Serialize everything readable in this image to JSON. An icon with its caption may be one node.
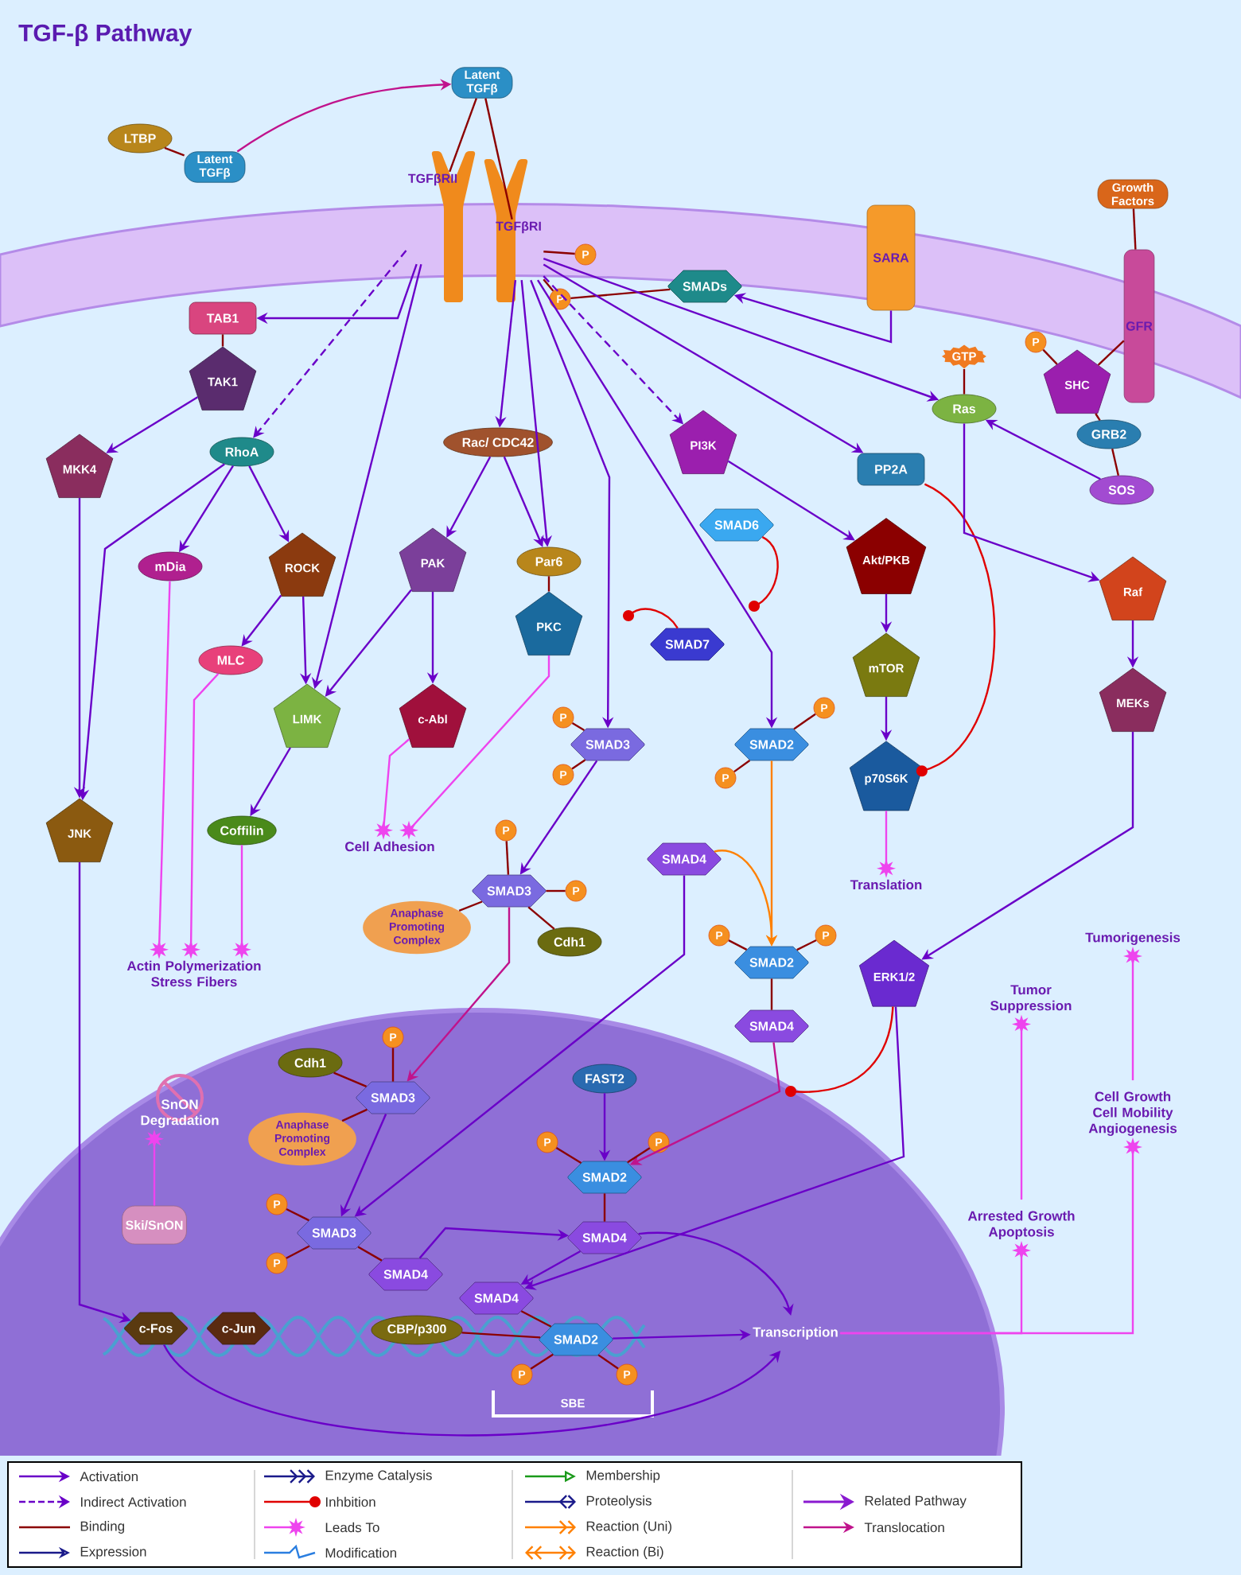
{
  "diagram": {
    "title": "TGF-β Pathway",
    "nodes": [
      {
        "text": [
          "LTBP"
        ]
      },
      {
        "text": [
          "Latent TGFβ"
        ]
      },
      {
        "text": [
          "Latent TGFβ"
        ]
      },
      {
        "text": [
          "TGFβRII"
        ]
      },
      {
        "text": [
          "TGFβRI"
        ]
      },
      {
        "text": [
          "P"
        ]
      },
      {
        "text": [
          "P"
        ]
      },
      {
        "text": [
          "SMADs"
        ]
      },
      {
        "text": [
          "SARA"
        ]
      },
      {
        "text": [
          "Growth Factors"
        ]
      },
      {
        "text": [
          "GFR"
        ]
      },
      {
        "text": [
          "TAB1"
        ]
      },
      {
        "text": [
          "TAK1"
        ]
      },
      {
        "text": [
          "MKK4"
        ]
      },
      {
        "text": [
          "RhoA"
        ]
      },
      {
        "text": [
          "Rac/ CDC42"
        ]
      },
      {
        "text": [
          "PI3K"
        ]
      },
      {
        "text": [
          "PP2A"
        ]
      },
      {
        "text": [
          "GTP"
        ]
      },
      {
        "text": [
          "Ras"
        ]
      },
      {
        "text": [
          "P"
        ]
      },
      {
        "text": [
          "SHC"
        ]
      },
      {
        "text": [
          "GRB2"
        ]
      },
      {
        "text": [
          "SOS"
        ]
      },
      {
        "text": [
          "mDia"
        ]
      },
      {
        "text": [
          "ROCK"
        ]
      },
      {
        "text": [
          "PAK"
        ]
      },
      {
        "text": [
          "Par6"
        ]
      },
      {
        "text": [
          "SMAD6"
        ]
      },
      {
        "text": [
          "Akt/PKB"
        ]
      },
      {
        "text": [
          "PKC"
        ]
      },
      {
        "text": [
          "SMAD7"
        ]
      },
      {
        "text": [
          "mTOR"
        ]
      },
      {
        "text": [
          "Raf"
        ]
      },
      {
        "text": [
          "MLC"
        ]
      },
      {
        "text": [
          "LIMK"
        ]
      },
      {
        "text": [
          "c-Abl"
        ]
      },
      {
        "text": [
          "MEKs"
        ]
      },
      {
        "text": [
          "SMAD3"
        ]
      },
      {
        "text": [
          "P"
        ]
      },
      {
        "text": [
          "P"
        ]
      },
      {
        "text": [
          "SMAD2"
        ]
      },
      {
        "text": [
          "P"
        ]
      },
      {
        "text": [
          "P"
        ]
      },
      {
        "text": [
          "p70S6K"
        ]
      },
      {
        "text": [
          "JNK"
        ]
      },
      {
        "text": [
          "Coffilin"
        ]
      },
      {
        "text": [
          "Cell Adhesion"
        ]
      },
      {
        "text": [
          "Translation"
        ]
      },
      {
        "text": [
          "SMAD4"
        ]
      },
      {
        "text": [
          "P"
        ]
      },
      {
        "text": [
          "SMAD3"
        ]
      },
      {
        "text": [
          "P"
        ]
      },
      {
        "text": [
          "Anaphase Promoting Complex"
        ]
      },
      {
        "text": [
          "Cdh1"
        ]
      },
      {
        "text": [
          "SMAD2"
        ]
      },
      {
        "text": [
          "P"
        ]
      },
      {
        "text": [
          "P"
        ]
      },
      {
        "text": [
          "SMAD4"
        ]
      },
      {
        "text": [
          "ERK1/2"
        ]
      },
      {
        "text": [
          "Tumorigenesis"
        ]
      },
      {
        "text": [
          "Tumor Suppression"
        ]
      },
      {
        "text": [
          "Actin Polymerization Stress Fibers"
        ]
      },
      {
        "text": [
          "Cdh1"
        ]
      },
      {
        "text": [
          "P"
        ]
      },
      {
        "text": [
          "SMAD3"
        ]
      },
      {
        "text": [
          "Anaphase Promoting Complex"
        ]
      },
      {
        "text": [
          "SnON Degradation"
        ]
      },
      {
        "text": [
          "FAST2"
        ]
      },
      {
        "text": [
          "Cell Growth Cell Mobility Angiogenesis"
        ]
      },
      {
        "text": [
          "P"
        ]
      },
      {
        "text": [
          "P"
        ]
      },
      {
        "text": [
          "SMAD2"
        ]
      },
      {
        "text": [
          "Ski/SnON"
        ]
      },
      {
        "text": [
          "SMAD3"
        ]
      },
      {
        "text": [
          "P"
        ]
      },
      {
        "text": [
          "P"
        ]
      },
      {
        "text": [
          "SMAD4"
        ]
      },
      {
        "text": [
          "Arrested Growth Apoptosis"
        ]
      },
      {
        "text": [
          "SMAD4"
        ]
      },
      {
        "text": [
          "SMAD4"
        ]
      },
      {
        "text": [
          "c-Fos"
        ]
      },
      {
        "text": [
          "c-Jun"
        ]
      },
      {
        "text": [
          "CBP/p300"
        ]
      },
      {
        "text": [
          "SMAD2"
        ]
      },
      {
        "text": [
          "Transcription"
        ]
      },
      {
        "text": [
          "P"
        ]
      },
      {
        "text": [
          "P"
        ]
      }
    ],
    "edges": [
      {
        "from": 0,
        "to": 1,
        "arrow": "none",
        "color": "#8b0000"
      },
      {
        "from": 1,
        "to": 2,
        "arrow": "to",
        "color": "#c0138c"
      },
      {
        "from": 2,
        "to": 3,
        "arrow": "none",
        "color": "#8b0000"
      },
      {
        "from": 2,
        "to": 4,
        "arrow": "none",
        "color": "#8b0000"
      },
      {
        "from": 4,
        "to": 5,
        "arrow": "none",
        "color": "#8b0000"
      },
      {
        "from": 4,
        "to": 6,
        "arrow": "none",
        "color": "#8b0000"
      },
      {
        "from": 6,
        "to": 7,
        "arrow": "none",
        "color": "#8b0000"
      },
      {
        "from": 8,
        "to": 7,
        "arrow": "to"
      },
      {
        "from": 9,
        "to": 10,
        "arrow": "none",
        "color": "#8b0000"
      },
      {
        "from": 3,
        "to": 11,
        "arrow": "to"
      },
      {
        "from": 3,
        "to": 14,
        "arrow": "to",
        "style": "dashed"
      },
      {
        "from": 3,
        "to": 35,
        "arrow": "to"
      },
      {
        "from": 4,
        "to": 15,
        "arrow": "to"
      },
      {
        "from": 4,
        "to": 27,
        "arrow": "to"
      },
      {
        "from": 4,
        "to": 38,
        "arrow": "to"
      },
      {
        "from": 4,
        "to": 41,
        "arrow": "to"
      },
      {
        "from": 4,
        "to": 16,
        "arrow": "to",
        "style": "dashed"
      },
      {
        "from": 4,
        "to": 17,
        "arrow": "to"
      },
      {
        "from": 4,
        "to": 19,
        "arrow": "to"
      },
      {
        "from": 18,
        "to": 19,
        "arrow": "none",
        "color": "#8b0000"
      },
      {
        "from": 20,
        "to": 21,
        "arrow": "none",
        "color": "#8b0000"
      },
      {
        "from": 10,
        "to": 21,
        "arrow": "none",
        "color": "#8b0000"
      },
      {
        "from": 21,
        "to": 22,
        "arrow": "none",
        "color": "#8b0000"
      },
      {
        "from": 22,
        "to": 23,
        "arrow": "none",
        "color": "#8b0000"
      },
      {
        "from": 23,
        "to": 19,
        "arrow": "to"
      },
      {
        "from": 11,
        "to": 12,
        "arrow": "none",
        "color": "#8b0000"
      },
      {
        "from": 12,
        "to": 13,
        "arrow": "to"
      },
      {
        "from": 13,
        "to": 45,
        "arrow": "to"
      },
      {
        "from": 14,
        "to": 45,
        "arrow": "to"
      },
      {
        "from": 14,
        "to": 24,
        "arrow": "to"
      },
      {
        "from": 14,
        "to": 25,
        "arrow": "to"
      },
      {
        "from": 15,
        "to": 26,
        "arrow": "to"
      },
      {
        "from": 15,
        "to": 27,
        "arrow": "to"
      },
      {
        "from": 27,
        "to": 30,
        "arrow": "none",
        "color": "#8b0000"
      },
      {
        "from": 25,
        "to": 34,
        "arrow": "to"
      },
      {
        "from": 25,
        "to": 35,
        "arrow": "to"
      },
      {
        "from": 26,
        "to": 35,
        "arrow": "to"
      },
      {
        "from": 26,
        "to": 36,
        "arrow": "to"
      },
      {
        "from": 30,
        "to": 47,
        "arrow": "other",
        "color": "#ee44ee"
      },
      {
        "from": 36,
        "to": 47,
        "arrow": "other",
        "color": "#ee44ee"
      },
      {
        "from": 24,
        "to": 62,
        "arrow": "other",
        "color": "#ee44ee"
      },
      {
        "from": 34,
        "to": 62,
        "arrow": "other",
        "color": "#ee44ee"
      },
      {
        "from": 35,
        "to": 46,
        "arrow": "to"
      },
      {
        "from": 46,
        "to": 62,
        "arrow": "other",
        "color": "#ee44ee"
      },
      {
        "from": 16,
        "to": 29,
        "arrow": "to"
      },
      {
        "from": 29,
        "to": 32,
        "arrow": "to"
      },
      {
        "from": 32,
        "to": 44,
        "arrow": "to"
      },
      {
        "from": 17,
        "to": 44,
        "arrow": "other",
        "color": "#e00000"
      },
      {
        "from": 28,
        "to": null,
        "arrow": "other",
        "color": "#e00000"
      },
      {
        "from": 31,
        "to": null,
        "arrow": "other",
        "color": "#e00000"
      },
      {
        "from": 44,
        "to": 48,
        "arrow": "other",
        "color": "#ee44ee"
      },
      {
        "from": 19,
        "to": 33,
        "arrow": "to"
      },
      {
        "from": 33,
        "to": 37,
        "arrow": "to"
      },
      {
        "from": 37,
        "to": 59,
        "arrow": "to"
      },
      {
        "from": 38,
        "to": 39,
        "arrow": "none",
        "color": "#8b0000"
      },
      {
        "from": 38,
        "to": 40,
        "arrow": "none",
        "color": "#8b0000"
      },
      {
        "from": 41,
        "to": 42,
        "arrow": "none",
        "color": "#8b0000"
      },
      {
        "from": 41,
        "to": 43,
        "arrow": "none",
        "color": "#8b0000"
      },
      {
        "from": 38,
        "to": 51,
        "arrow": "to"
      },
      {
        "from": 41,
        "to": 55,
        "arrow": "to",
        "color": "#ff8000"
      },
      {
        "from": 49,
        "to": 55,
        "arrow": "to",
        "color": "#ff8000"
      },
      {
        "from": 51,
        "to": 50,
        "arrow": "none",
        "color": "#8b0000"
      },
      {
        "from": 51,
        "to": 52,
        "arrow": "none",
        "color": "#8b0000"
      },
      {
        "from": 51,
        "to": 53,
        "arrow": "none",
        "color": "#8b0000"
      },
      {
        "from": 51,
        "to": 54,
        "arrow": "none",
        "color": "#8b0000"
      },
      {
        "from": 55,
        "to": 56,
        "arrow": "none",
        "color": "#8b0000"
      },
      {
        "from": 55,
        "to": 57,
        "arrow": "none",
        "color": "#8b0000"
      },
      {
        "from": 55,
        "to": 58,
        "arrow": "none",
        "color": "#8b0000"
      },
      {
        "from": 51,
        "to": 65,
        "arrow": "to",
        "color": "#c0138c"
      },
      {
        "from": 49,
        "to": 74,
        "arrow": "to"
      },
      {
        "from": 58,
        "to": 72,
        "arrow": "to",
        "color": "#c0138c"
      },
      {
        "from": 59,
        "to": null,
        "arrow": "other",
        "color": "#e00000"
      },
      {
        "from": 59,
        "to": 80,
        "arrow": "to"
      },
      {
        "from": 63,
        "to": 65,
        "arrow": "none",
        "color": "#8b0000"
      },
      {
        "from": 64,
        "to": 65,
        "arrow": "none",
        "color": "#8b0000"
      },
      {
        "from": 66,
        "to": 65,
        "arrow": "none",
        "color": "#8b0000"
      },
      {
        "from": 73,
        "to": 67,
        "arrow": "other",
        "color": "#ee44ee"
      },
      {
        "from": 68,
        "to": 72,
        "arrow": "to"
      },
      {
        "from": 70,
        "to": 72,
        "arrow": "none",
        "color": "#8b0000"
      },
      {
        "from": 71,
        "to": 72,
        "arrow": "none",
        "color": "#8b0000"
      },
      {
        "from": 72,
        "to": 77,
        "arrow": "none",
        "color": "#8b0000"
      },
      {
        "from": 65,
        "to": 74,
        "arrow": "to"
      },
      {
        "from": 75,
        "to": 74,
        "arrow": "none",
        "color": "#8b0000"
      },
      {
        "from": 76,
        "to": 74,
        "arrow": "none",
        "color": "#8b0000"
      },
      {
        "from": 74,
        "to": 79,
        "arrow": "none",
        "color": "#8b0000"
      },
      {
        "from": 79,
        "to": 77,
        "arrow": "to"
      },
      {
        "from": 77,
        "to": 80,
        "arrow": "to"
      },
      {
        "from": 77,
        "to": 85,
        "arrow": "to"
      },
      {
        "from": 80,
        "to": 84,
        "arrow": "none",
        "color": "#8b0000"
      },
      {
        "from": 83,
        "to": 84,
        "arrow": "none",
        "color": "#8b0000"
      },
      {
        "from": 86,
        "to": 84,
        "arrow": "none",
        "color": "#8b0000"
      },
      {
        "from": 87,
        "to": 84,
        "arrow": "none",
        "color": "#8b0000"
      },
      {
        "from": 84,
        "to": 85,
        "arrow": "to"
      },
      {
        "from": 45,
        "to": 81,
        "arrow": "to"
      },
      {
        "from": 81,
        "to": 85,
        "arrow": "to"
      },
      {
        "from": 85,
        "to": 78,
        "arrow": "other",
        "color": "#ee44ee"
      },
      {
        "from": 85,
        "to": 69,
        "arrow": "other",
        "color": "#ee44ee"
      },
      {
        "from": 78,
        "to": 61,
        "arrow": "other",
        "color": "#ee44ee"
      },
      {
        "from": 69,
        "to": 60,
        "arrow": "other",
        "color": "#ee44ee"
      }
    ],
    "labels": [
      "SBE"
    ],
    "legend": [
      {
        "text": "Activation"
      },
      {
        "text": "Indirect Activation"
      },
      {
        "text": "Binding"
      },
      {
        "text": "Expression"
      },
      {
        "text": "Enzyme Catalysis"
      },
      {
        "text": "Inhbition"
      },
      {
        "text": "Leads To"
      },
      {
        "text": "Modification"
      },
      {
        "text": "Membership"
      },
      {
        "text": "Proteolysis"
      },
      {
        "text": "Reaction (Uni)"
      },
      {
        "text": "Reaction (Bi)"
      },
      {
        "text": "Related Pathway"
      },
      {
        "text": "Translocation"
      }
    ]
  }
}
